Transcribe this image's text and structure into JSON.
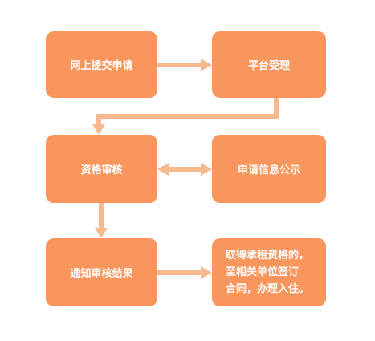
{
  "diagram": {
    "colors": {
      "node_fill": "#F9965D",
      "connector": "#F9B98F",
      "text": "#FFFFFF",
      "background": "#FFFFFF"
    },
    "nodes": [
      {
        "id": "n1",
        "label": "网上提交申请"
      },
      {
        "id": "n2",
        "label": "平台受理"
      },
      {
        "id": "n3",
        "label": "资格审核"
      },
      {
        "id": "n4",
        "label": "申请信息公示"
      },
      {
        "id": "n5",
        "label": "通知审核结果"
      },
      {
        "id": "n6",
        "label": "取得承租资格的，\n至相关单位签订\n合同，办理入住。"
      }
    ],
    "edges": [
      {
        "from": "n1",
        "to": "n2",
        "type": "arrow"
      },
      {
        "from": "n2",
        "to": "n3",
        "type": "elbow-arrow"
      },
      {
        "from": "n3",
        "to": "n4",
        "type": "double-arrow"
      },
      {
        "from": "n3",
        "to": "n5",
        "type": "arrow"
      },
      {
        "from": "n5",
        "to": "n6",
        "type": "arrow"
      }
    ]
  }
}
